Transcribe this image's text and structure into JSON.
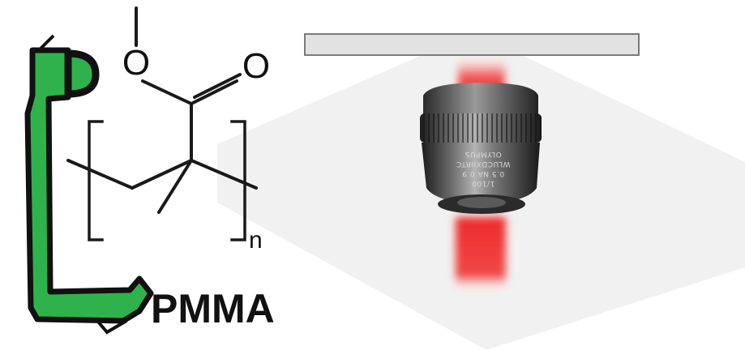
{
  "molecule": {
    "ester_oxygen": "O",
    "carbonyl_oxygen": "O",
    "repeat_subscript": "n"
  },
  "polymer_label": "PMMA",
  "objective_engraving": {
    "line1": "OLYMPUS",
    "line2": "WLUCDXIIRTC",
    "line3": "0.5 NA 0.9",
    "line4": "1/100"
  },
  "colors": {
    "laser_red": "#ee2a2a",
    "bookmark_green": "#2fb24c",
    "outline_black": "#111111",
    "substrate_gray": "#e2e2e2",
    "stage_plane": "#eeeeee"
  },
  "icons": {
    "bookmark_hook": "green-hook-icon",
    "objective": "microscope-objective-icon"
  }
}
